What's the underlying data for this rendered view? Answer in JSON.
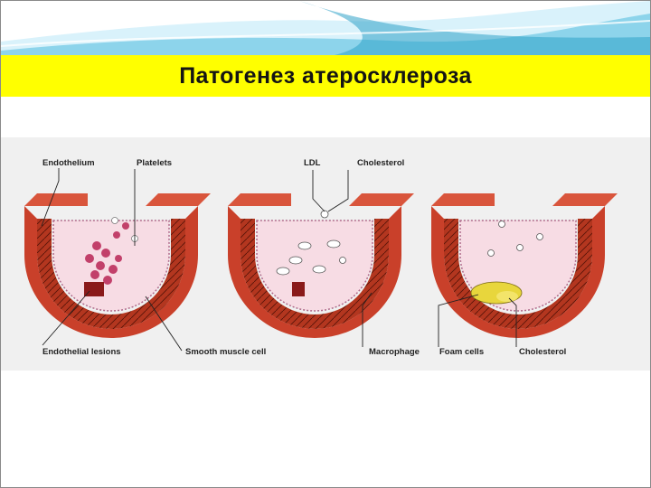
{
  "slide": {
    "title": "Патогенез атеросклероза",
    "colors": {
      "title_bar": "#ffff00",
      "wave_light": "#d9f2fb",
      "wave_mid": "#7fcfe8",
      "wave_dark": "#2fa3c8",
      "figure_bg": "#f0f0f0",
      "wall_outer": "#c9402a",
      "wall_media": "#a3301d",
      "intima_fill": "#f7dce4",
      "platelet": "#c2406a",
      "cholesterol": "#e8d63c"
    }
  },
  "diagram": {
    "labels": {
      "endothelium": "Endothelium",
      "platelets": "Platelets",
      "ldl": "LDL",
      "cholesterol_top": "Cholesterol",
      "endothelial_lesions": "Endothelial lesions",
      "smooth_muscle_cell": "Smooth muscle cell",
      "macrophage": "Macrophage",
      "foam_cells": "Foam cells",
      "cholesterol_bottom": "Cholesterol"
    },
    "stages": [
      "stage-1-endothelial-injury",
      "stage-2-ldl-infiltration",
      "stage-3-plaque-formation"
    ]
  }
}
